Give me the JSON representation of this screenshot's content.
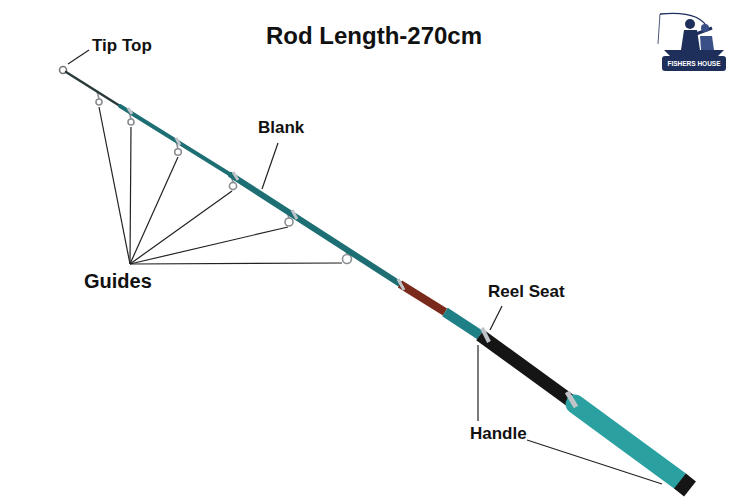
{
  "diagram": {
    "title": "Rod Length-270cm",
    "labels": [
      "Tip Top",
      "Blank",
      "Guides",
      "Reel Seat",
      "Handle",
      "FISHERS HOUSE"
    ]
  }
}
